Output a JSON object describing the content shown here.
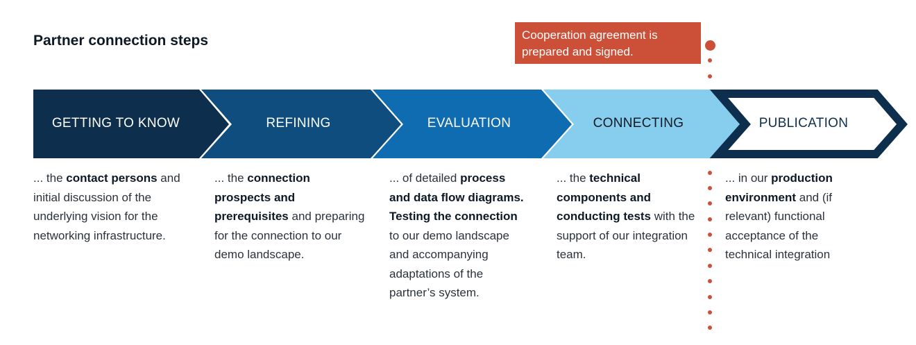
{
  "title": "Partner connection steps",
  "callout": {
    "text": "Cooperation agreement is prepared and signed.",
    "color": "#cc5038"
  },
  "stages": [
    {
      "label": "GETTING TO KNOW",
      "fill": "#0d2e4c",
      "text_color": "#ffffff",
      "description": [
        {
          "t": "... the ",
          "b": false
        },
        {
          "t": "contact persons",
          "b": true
        },
        {
          "t": " and initial discussion of the underlying vision for the networking infrastructure.",
          "b": false
        }
      ]
    },
    {
      "label": "REFINING",
      "fill": "#0e4d7e",
      "text_color": "#ffffff",
      "description": [
        {
          "t": "... the ",
          "b": false
        },
        {
          "t": "connection prospects and prerequisites",
          "b": true
        },
        {
          "t": " and preparing for the connection to our demo landscape.",
          "b": false
        }
      ]
    },
    {
      "label": "EVALUATION",
      "fill": "#0f6cb0",
      "text_color": "#ffffff",
      "description": [
        {
          "t": "... of detailed ",
          "b": false
        },
        {
          "t": "process and data flow diagrams. Testing the connection",
          "b": true
        },
        {
          "t": " to our demo landscape and accompanying adaptations of the partner’s system.",
          "b": false
        }
      ]
    },
    {
      "label": "CONNECTING",
      "fill": "#86cdee",
      "text_color": "#0d1a26",
      "description": [
        {
          "t": "... the ",
          "b": false
        },
        {
          "t": "technical components and conducting tests",
          "b": true
        },
        {
          "t": " with the support of our integration team.",
          "b": false
        }
      ]
    },
    {
      "label": "PUBLICATION",
      "fill": "#ffffff",
      "outline": "#0d2e4c",
      "text_color": "#0d2e4c",
      "description": [
        {
          "t": "... in our ",
          "b": false
        },
        {
          "t": "production environment",
          "b": true
        },
        {
          "t": " and (if relevant) functional acceptance of the technical integration",
          "b": false
        }
      ]
    }
  ]
}
